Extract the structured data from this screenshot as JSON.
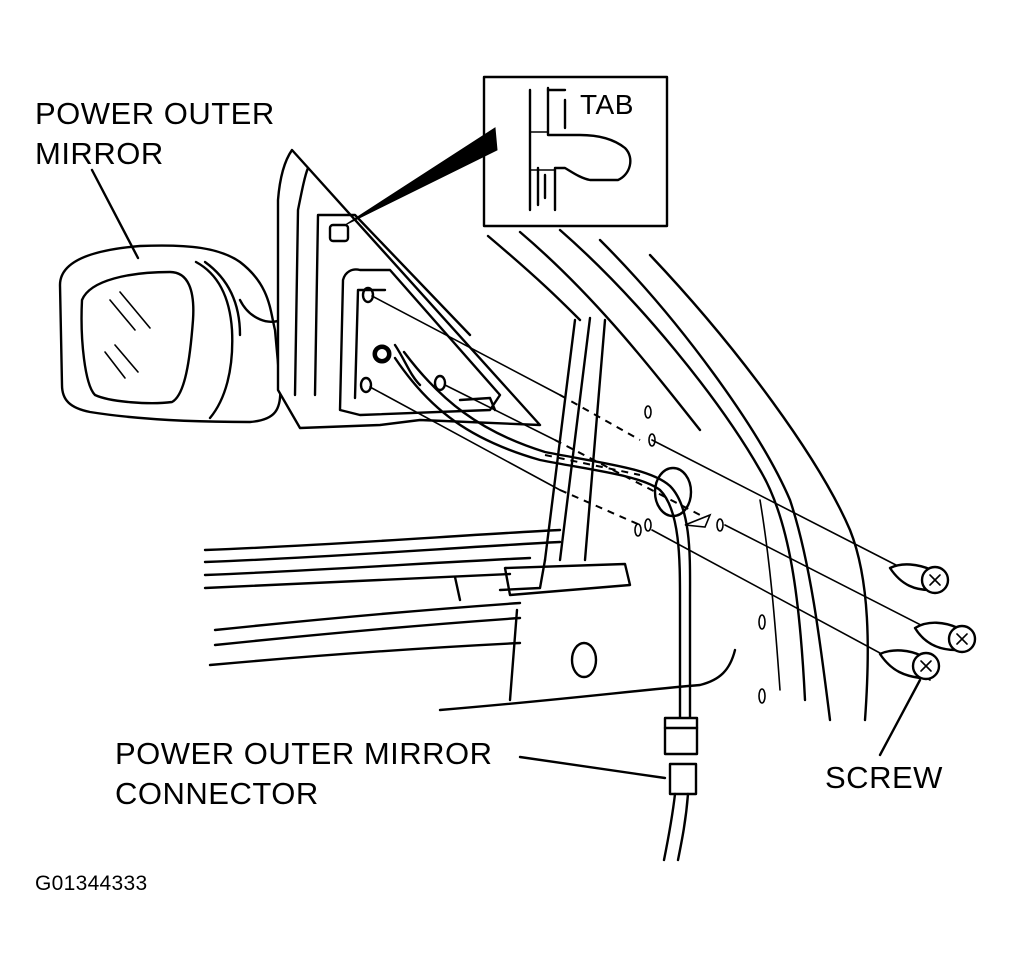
{
  "figure": {
    "labels": {
      "power_outer_mirror": [
        "POWER OUTER",
        "MIRROR"
      ],
      "tab": "TAB",
      "connector": [
        "POWER OUTER MIRROR",
        "CONNECTOR"
      ],
      "screw": "SCREW"
    },
    "figure_id": "G01344333"
  },
  "colors": {
    "ink": "#000000",
    "paper": "#ffffff"
  }
}
